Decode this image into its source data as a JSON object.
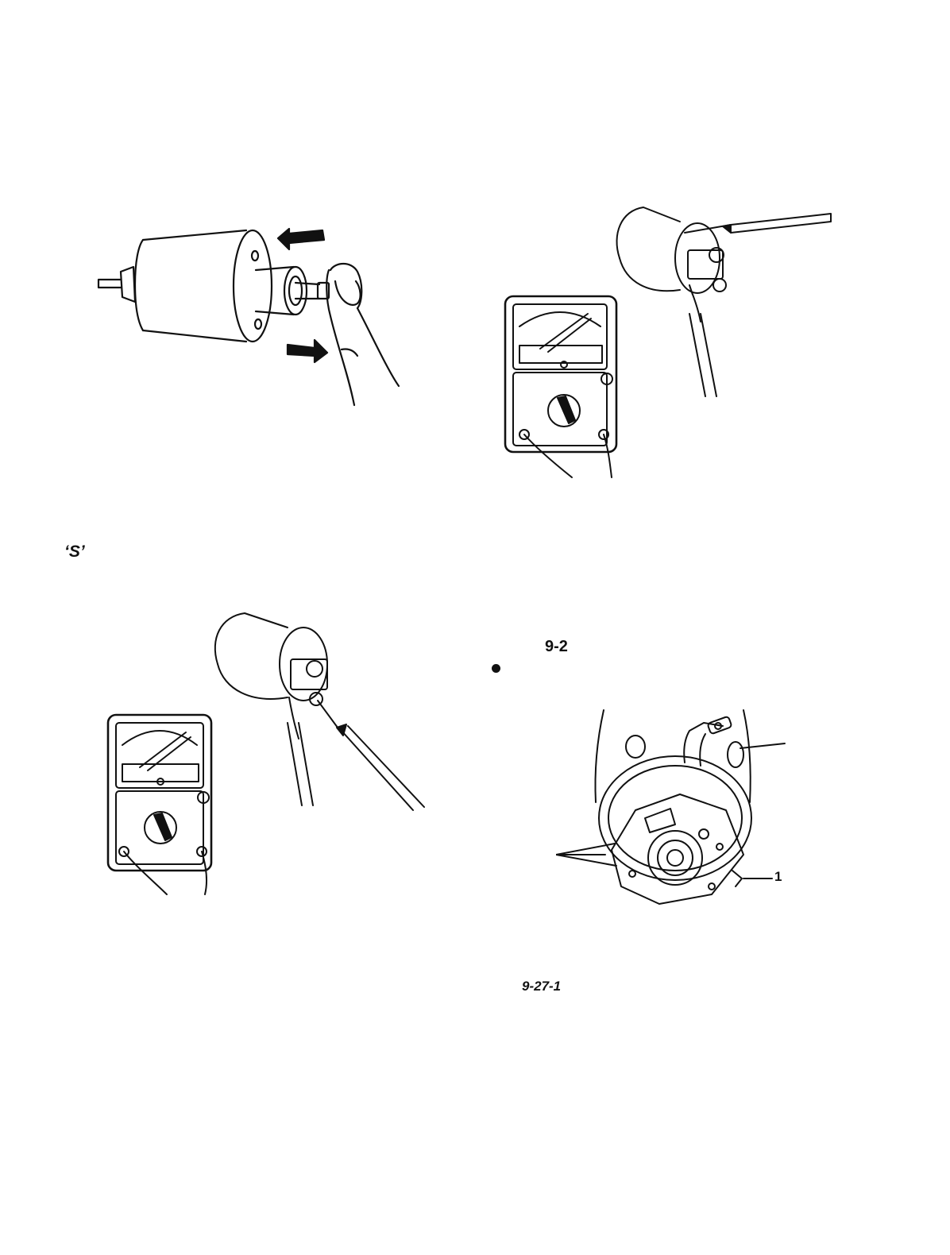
{
  "labels": {
    "terminal_s": "‘S’",
    "section_number": "9-2",
    "figure_number": "9-27-1",
    "callout_1": "1"
  },
  "colors": {
    "ink": "#111111",
    "paper": "#ffffff"
  },
  "illustrations": [
    {
      "name": "solenoid-plunger-push-illustration",
      "icon": "solenoid-finger-arrows"
    },
    {
      "name": "solenoid-multimeter-probe-test-illustration",
      "icon": "solenoid-multimeter"
    },
    {
      "name": "solenoid-terminal-s-continuity-test-illustration",
      "icon": "solenoid-multimeter-two-probes"
    },
    {
      "name": "starter-brush-holder-illustration",
      "icon": "brush-plate"
    }
  ]
}
